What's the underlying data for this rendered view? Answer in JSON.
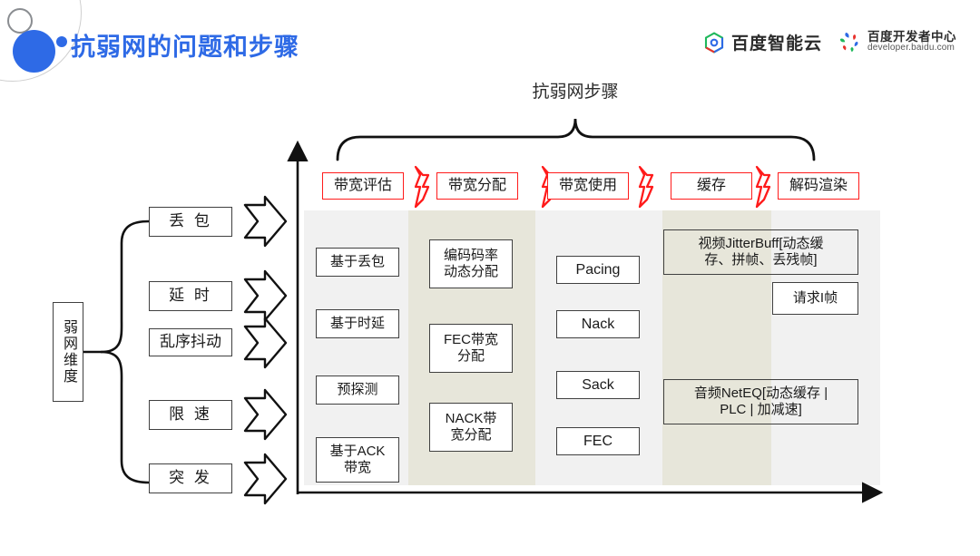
{
  "header": {
    "title": "抗弱网的问题和步骤",
    "logo_cloud": "百度智能云",
    "logo_dev_cn": "百度开发者中心",
    "logo_dev_en": "developer.baidu.com",
    "accent_color": "#2e6ae6"
  },
  "bracket_label": "抗弱网步骤",
  "left_tree": {
    "root": "弱网维度",
    "items": [
      {
        "label": "丢 包"
      },
      {
        "label": "延 时"
      },
      {
        "label": "乱序抖动"
      },
      {
        "label": "限 速"
      },
      {
        "label": "突 发"
      }
    ]
  },
  "stages": [
    {
      "label": "带宽评估"
    },
    {
      "label": "带宽分配"
    },
    {
      "label": "带宽使用"
    },
    {
      "label": "缓存"
    },
    {
      "label": "解码渲染"
    }
  ],
  "columns": [
    {
      "name": "带宽评估",
      "background": "#f1f1f1",
      "items": [
        "基于丢包",
        "基于时延",
        "预探测",
        "基于ACK\n带宽"
      ]
    },
    {
      "name": "带宽分配",
      "background": "#e7e6da",
      "items": [
        "编码码率\n动态分配",
        "FEC带宽\n分配",
        "NACK带\n宽分配"
      ]
    },
    {
      "name": "带宽使用",
      "background": "#f1f1f1",
      "items": [
        "Pacing",
        "Nack",
        "Sack",
        "FEC"
      ]
    },
    {
      "name": "缓存",
      "background": "#e7e6da",
      "items": []
    },
    {
      "name": "解码渲染",
      "background": "#f1f1f1",
      "items": []
    }
  ],
  "spanning_items": [
    {
      "text": "视频JitterBuff[动态缓\n存、拼帧、丢残帧]"
    },
    {
      "text": "请求I帧"
    },
    {
      "text": "音频NetEQ[动态缓存 |\nPLC | 加减速]"
    }
  ],
  "colors": {
    "stage_border": "#ff1b1b",
    "box_border": "#404040",
    "column_gray": "#f1f1f1",
    "column_beige": "#e7e6da",
    "axis": "#111111"
  }
}
